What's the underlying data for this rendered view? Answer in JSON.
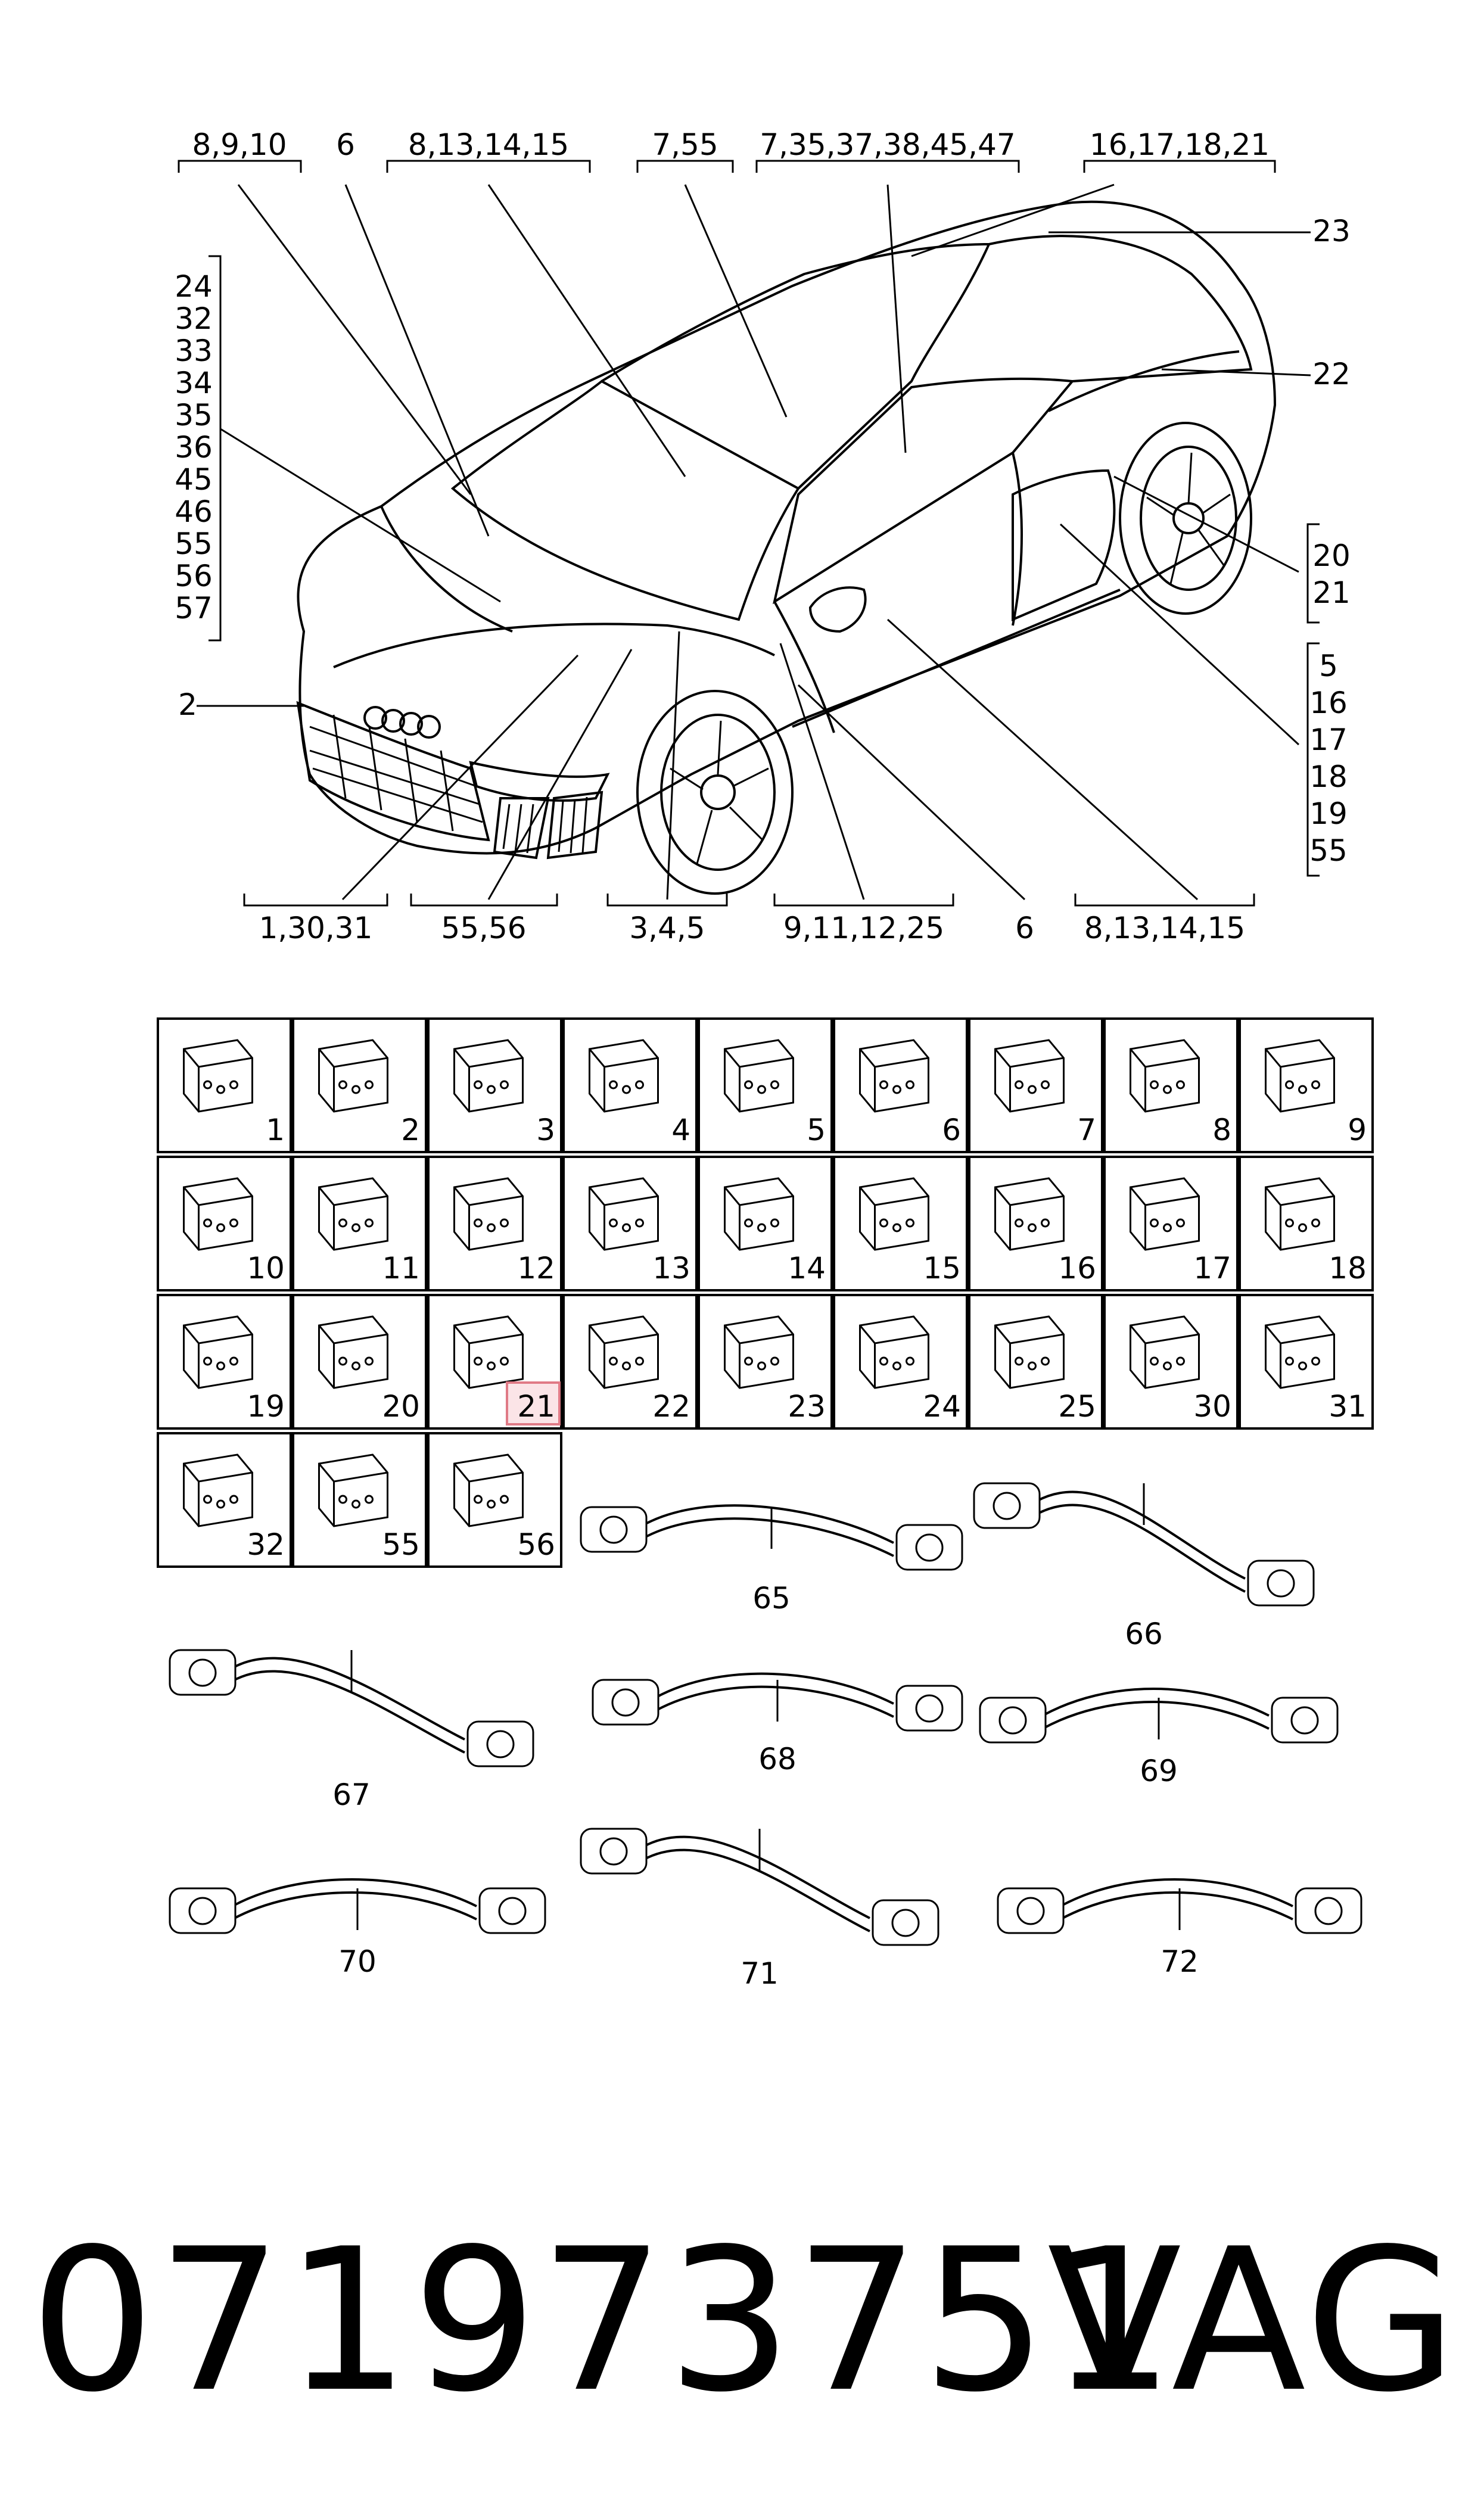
{
  "overview": {
    "top_callouts": [
      "8,9,10",
      "6",
      "8,13,14,15",
      "7,55",
      "7,35,37,38,45,47",
      "16,17,18,21"
    ],
    "left_stack": [
      "24",
      "32",
      "33",
      "34",
      "35",
      "36",
      "45",
      "46",
      "55",
      "56",
      "57"
    ],
    "left_single": "2",
    "right_singles": [
      "23",
      "22"
    ],
    "right_pair": [
      "20",
      "21"
    ],
    "right_stack": [
      "5",
      "16",
      "17",
      "18",
      "19",
      "55"
    ],
    "bottom_callouts": [
      "1,30,31",
      "55,56",
      "3,4,5",
      "9,11,12,25",
      "6",
      "8,13,14,15"
    ]
  },
  "connector_grid": {
    "rows": [
      [
        "1",
        "2",
        "3",
        "4",
        "5",
        "6",
        "7",
        "8",
        "9"
      ],
      [
        "10",
        "11",
        "12",
        "13",
        "14",
        "15",
        "16",
        "17",
        "18"
      ],
      [
        "19",
        "20",
        "21",
        "22",
        "23",
        "24",
        "25",
        "30",
        "31"
      ],
      [
        "32",
        "55",
        "56"
      ]
    ],
    "highlighted": "21"
  },
  "cables": [
    "65",
    "66",
    "67",
    "68",
    "69",
    "70",
    "71",
    "72"
  ],
  "footer": {
    "part_number": "071973751",
    "brand": "VAG"
  },
  "colors": {
    "highlight_fill": "#fbe4e7",
    "highlight_stroke": "#e07a86"
  }
}
